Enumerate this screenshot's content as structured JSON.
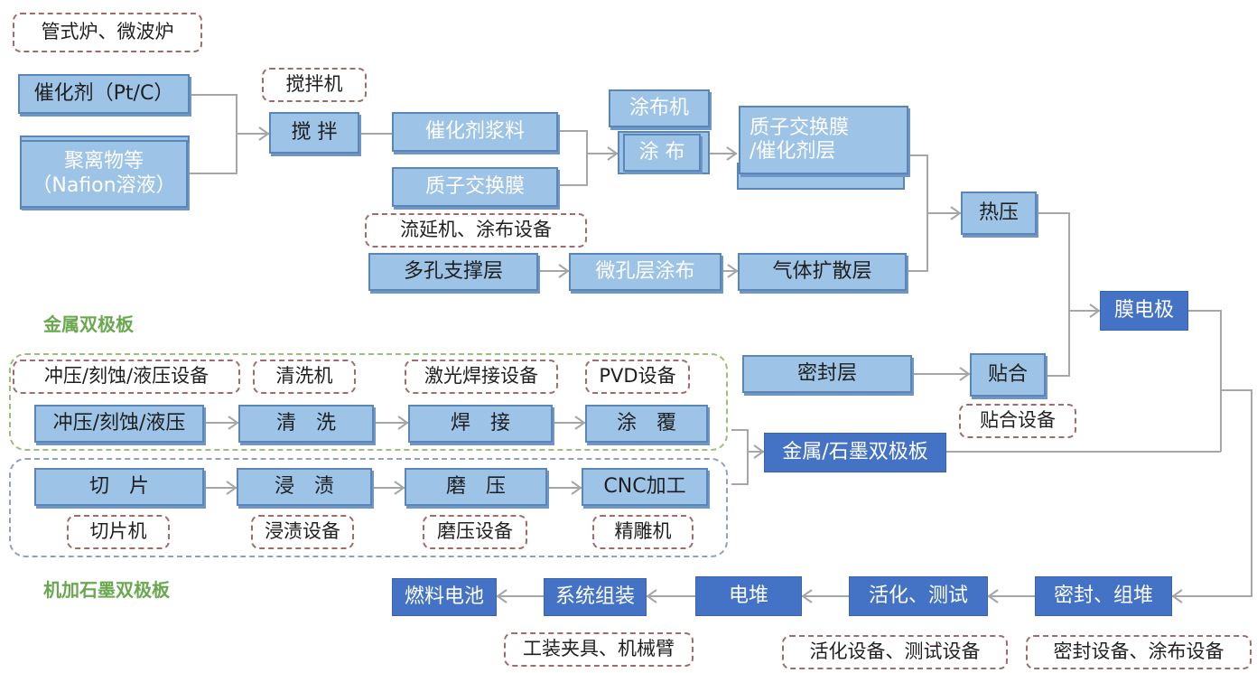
{
  "colors": {
    "light_box": "#9dc3e6",
    "dark_box": "#4472c4",
    "equipment_border": "#a26b6b",
    "metal_group_border": "#9cbf7a",
    "graphite_group_border": "#8ea2bf",
    "group_title": "#6aa84f",
    "connector": "#a6a6a6"
  },
  "mea_section": {
    "equipment_furnace": "管式炉、微波炉",
    "catalyst": "催化剂（Pt/C）",
    "polymer_line1": "聚离物等",
    "polymer_line2": "（Nafion溶液）",
    "equipment_mixer": "搅拌机",
    "mixing": "搅 拌",
    "catalyst_slurry": "催化剂浆料",
    "proton_membrane": "质子交换膜",
    "equipment_casting": "流延机、涂布设备",
    "equipment_coater": "涂布机",
    "coating": "涂 布",
    "ccm_line1": "质子交换膜",
    "ccm_line2": "/催化剂层",
    "porous_support": "多孔支撑层",
    "microporous_coating": "微孔层涂布",
    "gas_diffusion_layer": "气体扩散层",
    "hot_pressing": "热压",
    "membrane_electrode": "膜电极",
    "seal_layer": "密封层",
    "bonding": "贴合",
    "equipment_bonding": "贴合设备"
  },
  "metal_bipolar": {
    "title": "金属双极板",
    "equipment": [
      "冲压/刻蚀/液压设备",
      "清洗机",
      "激光焊接设备",
      "PVD设备"
    ],
    "steps": [
      "冲压/刻蚀/液压",
      "清　洗",
      "焊　接",
      "涂　覆"
    ]
  },
  "graphite_bipolar": {
    "title": "机加石墨双极板",
    "steps": [
      "切　片",
      "浸　渍",
      "磨　压",
      "CNC加工"
    ],
    "equipment": [
      "切片机",
      "浸渍设备",
      "磨压设备",
      "精雕机"
    ]
  },
  "bipolar_output": "金属/石墨双极板",
  "assembly": {
    "seal_stack": "密封、组堆",
    "equipment_seal_stack": "密封设备、涂布设备",
    "activation_test": "活化、测试",
    "equipment_activation": "活化设备、测试设备",
    "stack": "电堆",
    "system_assembly": "系统组装",
    "equipment_system": "工装夹具、机械臂",
    "fuel_cell": "燃料电池"
  }
}
